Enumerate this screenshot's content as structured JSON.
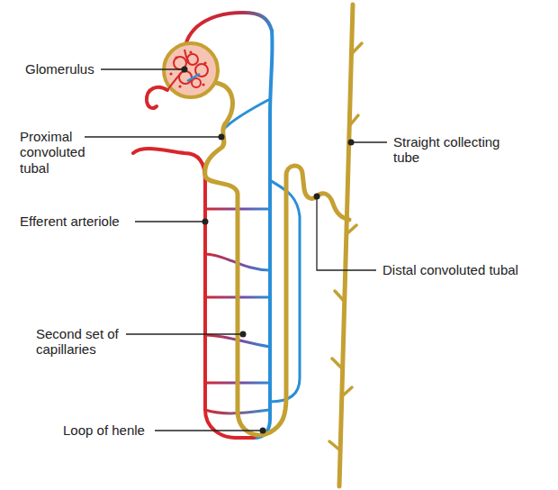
{
  "diagram": {
    "labels": [
      "Glomerulus",
      "Proximal convoluted tubal",
      "Efferent arteriole",
      "Second set of capillaries",
      "Loop of henle",
      "Straight collecting tube",
      "Distal convoluted tubal"
    ]
  }
}
